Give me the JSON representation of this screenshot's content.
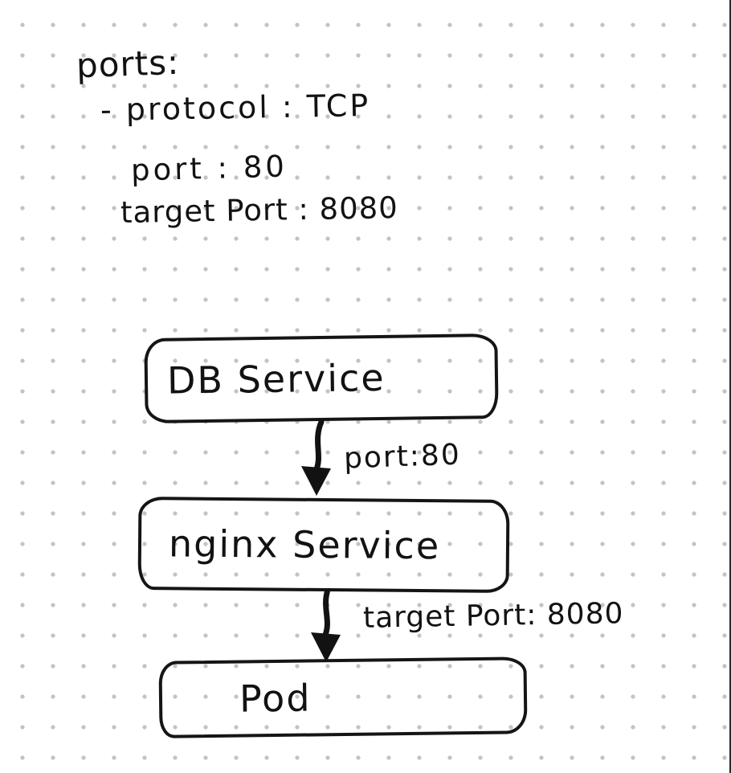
{
  "notes": {
    "ports_title": "ports:",
    "protocol_line": "- protocol : TCP",
    "port_line": "port : 80",
    "target_port_line": "target Port : 8080"
  },
  "diagram": {
    "nodes": [
      {
        "id": "db-service",
        "label": "DB Service"
      },
      {
        "id": "nginx-service",
        "label": "nginx Service"
      },
      {
        "id": "pod",
        "label": "Pod"
      }
    ],
    "edges": [
      {
        "from": "db-service",
        "to": "nginx-service",
        "label": "port:80"
      },
      {
        "from": "nginx-service",
        "to": "pod",
        "label": "target Port: 8080"
      }
    ]
  },
  "colors": {
    "ink": "#121212",
    "grid_dot": "#c3c3c3",
    "background": "#ffffff"
  }
}
